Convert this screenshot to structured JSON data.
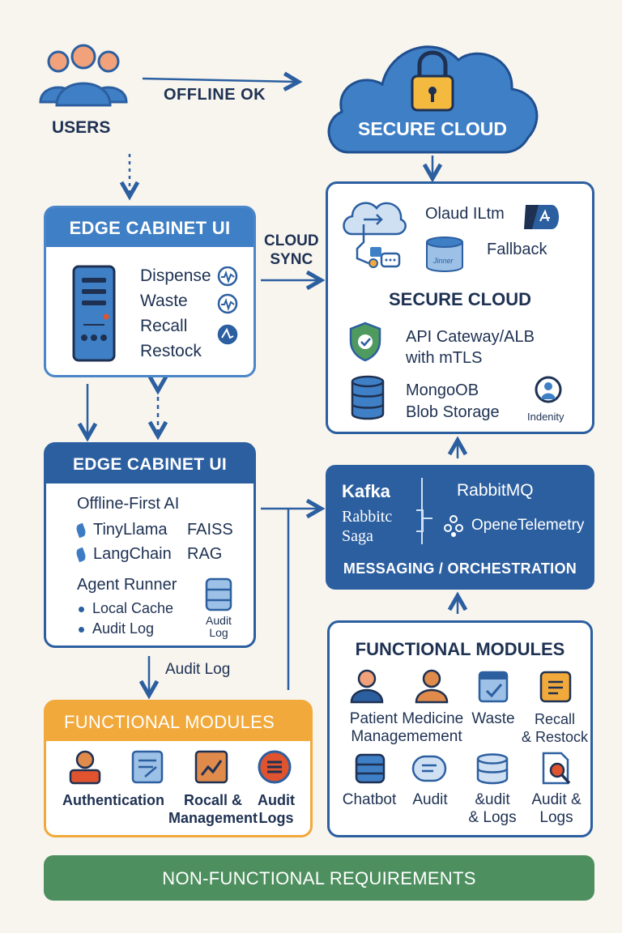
{
  "users": {
    "label": "USERS"
  },
  "flow": {
    "offline_ok": "OFFLINE OK",
    "cloud_sync": "CLOUD\nSYNC",
    "audit_log": "Audit Log"
  },
  "secure_cloud": {
    "title": "SECURE CLOUD"
  },
  "edge_ui": {
    "title": "EDGE CABINET UI",
    "actions": [
      "Dispense",
      "Waste",
      "Recall",
      "Restock"
    ]
  },
  "cloud_panel": {
    "olaud": "Olaud ILtm",
    "fallback": "Fallback",
    "db_text": "Jinner",
    "title": "SECURE CLOUD",
    "gateway": "API Cateway/ALB\nwith mTLS",
    "storage": "MongoOB\nBlob Storage",
    "identity": "Indenity"
  },
  "edge_ai": {
    "title": "EDGE CABINET UI",
    "subtitle": "Offline-First AI",
    "models": [
      {
        "name": "TinyLlama",
        "tag": "FAISS"
      },
      {
        "name": "LangChain",
        "tag": "RAG"
      }
    ],
    "runner": "Agent Runner",
    "bullets": [
      "Local Cache",
      "Audit Log"
    ],
    "audit_icon_label": "Audit\nLog"
  },
  "messaging": {
    "kafka": "Kafka",
    "rabbitmq": "RabbitMQ",
    "rabbitc": "Rabbitc\nSaga",
    "otel": "OpeneTelemetry",
    "footer": "MESSAGING / ORCHESTRATION"
  },
  "func_right": {
    "title": "FUNCTIONAL MODULES",
    "row1": [
      "Patient\nManagement",
      "Medicine",
      "Waste",
      "Recall\n& Restock"
    ],
    "row1_combined": "Patient Medicine\nManagemement",
    "row2": [
      "Chatbot",
      "Audit",
      "&udit\n& Logs",
      "Audit &\nLogs"
    ]
  },
  "func_left": {
    "title": "FUNCTIONAL MODULES",
    "items": [
      "Authentication",
      "Rocall &\nManagement",
      "Audit\nLogs"
    ]
  },
  "nfr": {
    "label": "NON-FUNCTIONAL REQUIREMENTS"
  },
  "colors": {
    "primary": "#2c5fa0",
    "header_light": "#3f7fc6",
    "orange": "#f2a93b",
    "green": "#4e8f5f",
    "bg": "#f8f5ef"
  }
}
